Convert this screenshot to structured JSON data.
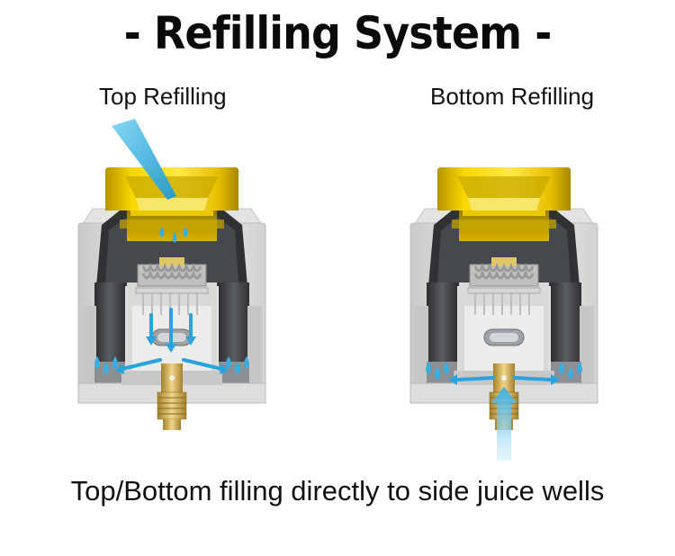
{
  "title": "- Refilling System -",
  "panels": {
    "left": {
      "label": "Top Refilling"
    },
    "right": {
      "label": "Bottom Refilling"
    }
  },
  "caption": "Top/Bottom filling directly to side juice wells",
  "colors": {
    "juice_blue": "#3aaee0",
    "drip_tip_yellow": "#f2cf00",
    "metal_dark": "#3f4246",
    "metal_light": "#e8e8e6",
    "brass": "#d4b35a"
  }
}
